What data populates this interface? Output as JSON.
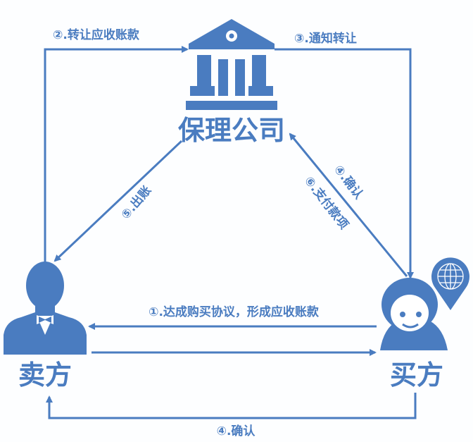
{
  "colors": {
    "primary": "#4a7cc0"
  },
  "nodes": {
    "factoring_company": "保理公司",
    "seller": "卖方",
    "buyer": "买方"
  },
  "steps": {
    "step1": "①.达成购买协议，形成应收账款",
    "step2": "②.转让应收账款",
    "step3": "③.通知转让",
    "step4_top": "④.确认",
    "step4_bottom": "④.确认",
    "step5": "⑤.出账",
    "step6": "⑥.支付款项"
  },
  "icons": {
    "factoring_company": "bank-icon",
    "seller": "man-bowtie-icon",
    "buyer": "person-icon",
    "buyer_badge": "globe-pin-icon"
  }
}
